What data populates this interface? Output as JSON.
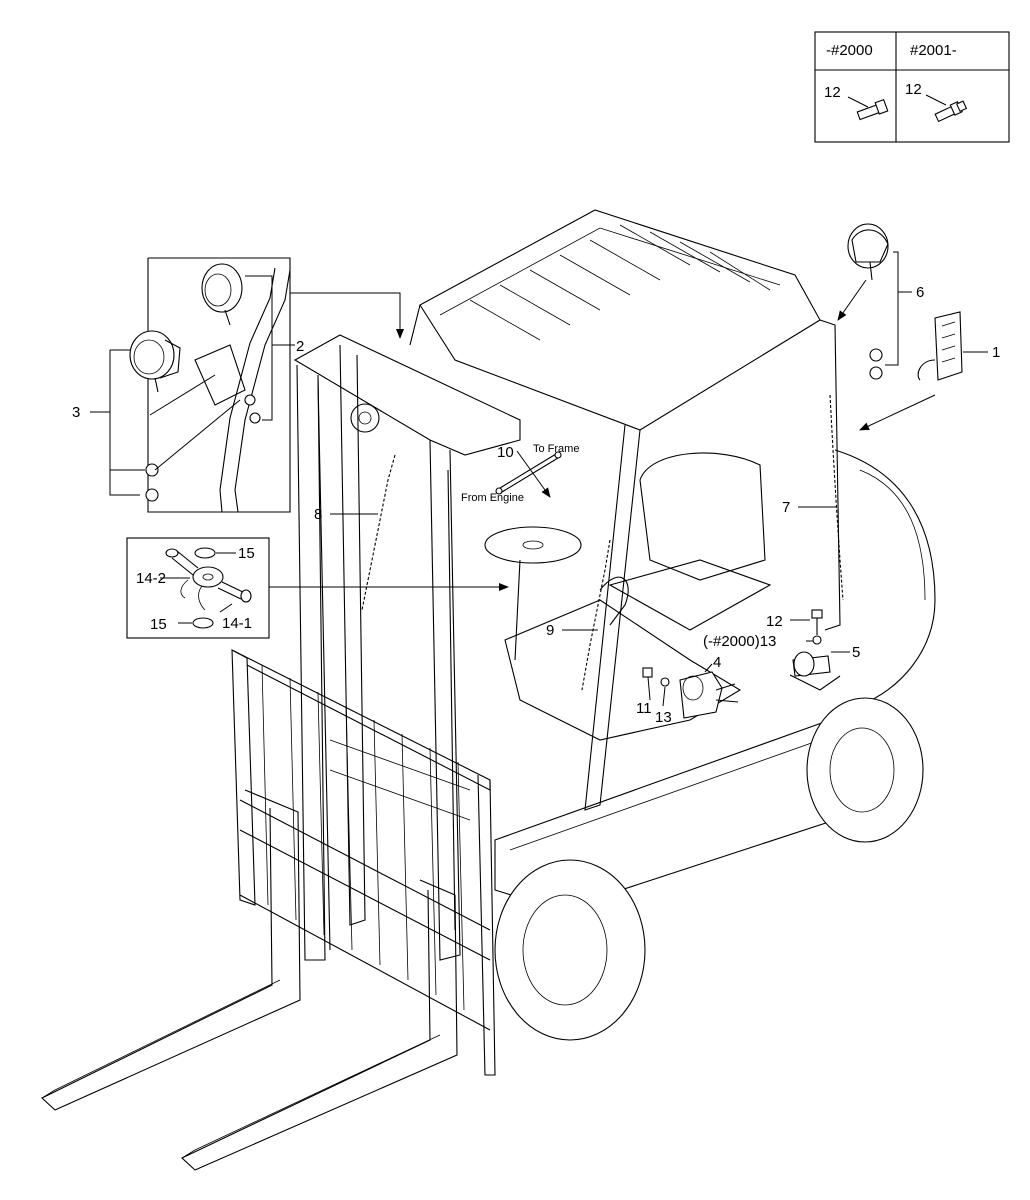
{
  "serial_table": {
    "headers": [
      "-#2000",
      "#2001-"
    ],
    "cells": [
      "12",
      "12"
    ]
  },
  "callouts": {
    "c1": "1",
    "c2": "2",
    "c3": "3",
    "c4": "4",
    "c5": "5",
    "c6": "6",
    "c7": "7",
    "c8": "8",
    "c9": "9",
    "c10": "10",
    "c11": "11",
    "c12": "12",
    "c13a": "(-#2000)13",
    "c13b": "13",
    "c14_1": "14-1",
    "c14_2": "14-2",
    "c15a": "15",
    "c15b": "15"
  },
  "notes": {
    "to_frame": "To Frame",
    "from_engine": "From Engine"
  }
}
